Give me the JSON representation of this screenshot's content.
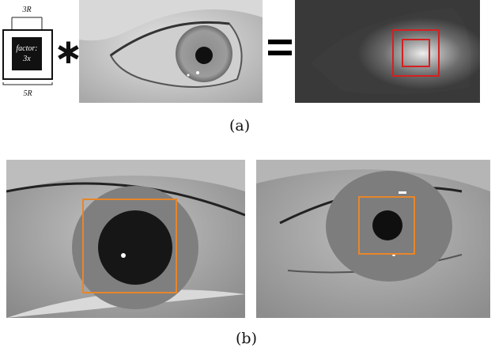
{
  "figure": {
    "kernel": {
      "top_label": "3R",
      "bottom_label": "5R",
      "factor_line1": "factor:",
      "factor_line2": "3x"
    },
    "operators": {
      "convolve": "∗",
      "equals": "="
    },
    "captions": {
      "a": "(a)",
      "b": "(b)"
    },
    "colors": {
      "response_box": "#d42020",
      "pupil_box": "#e8862a"
    }
  }
}
